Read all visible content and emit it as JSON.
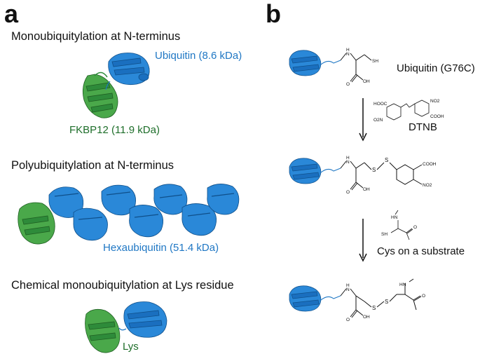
{
  "panel_a": {
    "letter": "a",
    "section1_title": "Monoubiquitylation at N-terminus",
    "ubiquitin_label": "Ubiquitin (8.6 kDa)",
    "fkbp_label": "FKBP12 (11.9 kDa)",
    "section2_title": "Polyubiquitylation at N-terminus",
    "hexa_label": "Hexaubiquitin (51.4 kDa)",
    "section3_title": "Chemical monoubiquitylation at Lys residue",
    "lys_label": "Lys"
  },
  "panel_b": {
    "letter": "b",
    "step1_label": "Ubiquitin (G76C)",
    "reagent_label": "DTNB",
    "substrate_label": "Cys on a substrate",
    "atoms": {
      "nh": "H",
      "n": "N",
      "sh": "SH",
      "oh": "OH",
      "o": "O",
      "s": "S",
      "cooh": "COOH",
      "no2": "NO2",
      "hn": "HN",
      "hooc": "HOOC",
      "o2n": "O2N"
    }
  },
  "colors": {
    "ubiquitin_blue": "#1f77c4",
    "fkbp_green": "#2e8b3a"
  }
}
